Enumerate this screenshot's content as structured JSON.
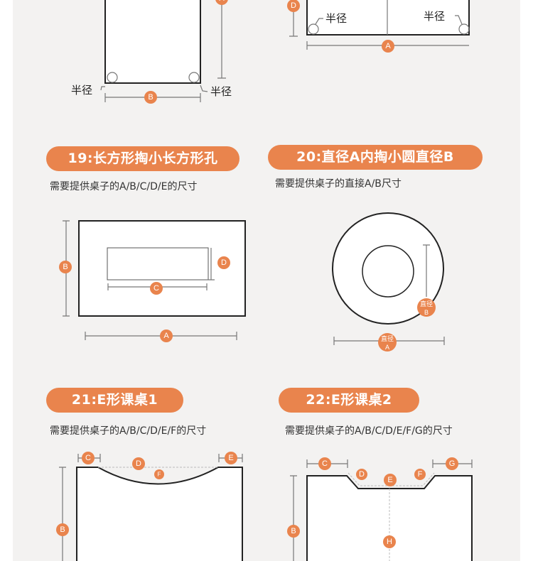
{
  "top_left": {
    "radius_left": "半径",
    "radius_right": "半径",
    "markers": {
      "a": "A",
      "b": "B"
    }
  },
  "top_right": {
    "radius_left": "半径",
    "radius_right": "半径",
    "markers": {
      "a": "A",
      "d": "D"
    }
  },
  "section19": {
    "title": "19:长方形掏小长方形孔",
    "subtitle": "需要提供桌子的A/B/C/D/E的尺寸",
    "markers": {
      "a": "A",
      "b": "B",
      "c": "C",
      "d": "D"
    }
  },
  "section20": {
    "title": "20:直径A内掏小圆直径B",
    "subtitle": "需要提供桌子的直接A/B尺寸",
    "markers": {
      "a1": "直径",
      "a2": "A",
      "b1": "直径",
      "b2": "B"
    }
  },
  "section21": {
    "title": "21:E形课桌1",
    "subtitle": "需要提供桌子的A/B/C/D/E/F的尺寸",
    "markers": {
      "b": "B",
      "c": "C",
      "d": "D",
      "e": "E",
      "f": "F"
    }
  },
  "section22": {
    "title": "22:E形课桌2",
    "subtitle": "需要提供桌子的A/B/C/D/E/F/G的尺寸",
    "markers": {
      "b": "B",
      "c": "C",
      "d": "D",
      "e": "E",
      "f": "F",
      "g": "G",
      "h": "H"
    }
  },
  "colors": {
    "accent": "#e9844d",
    "line": "#222222",
    "background": "#f3f2f1"
  }
}
